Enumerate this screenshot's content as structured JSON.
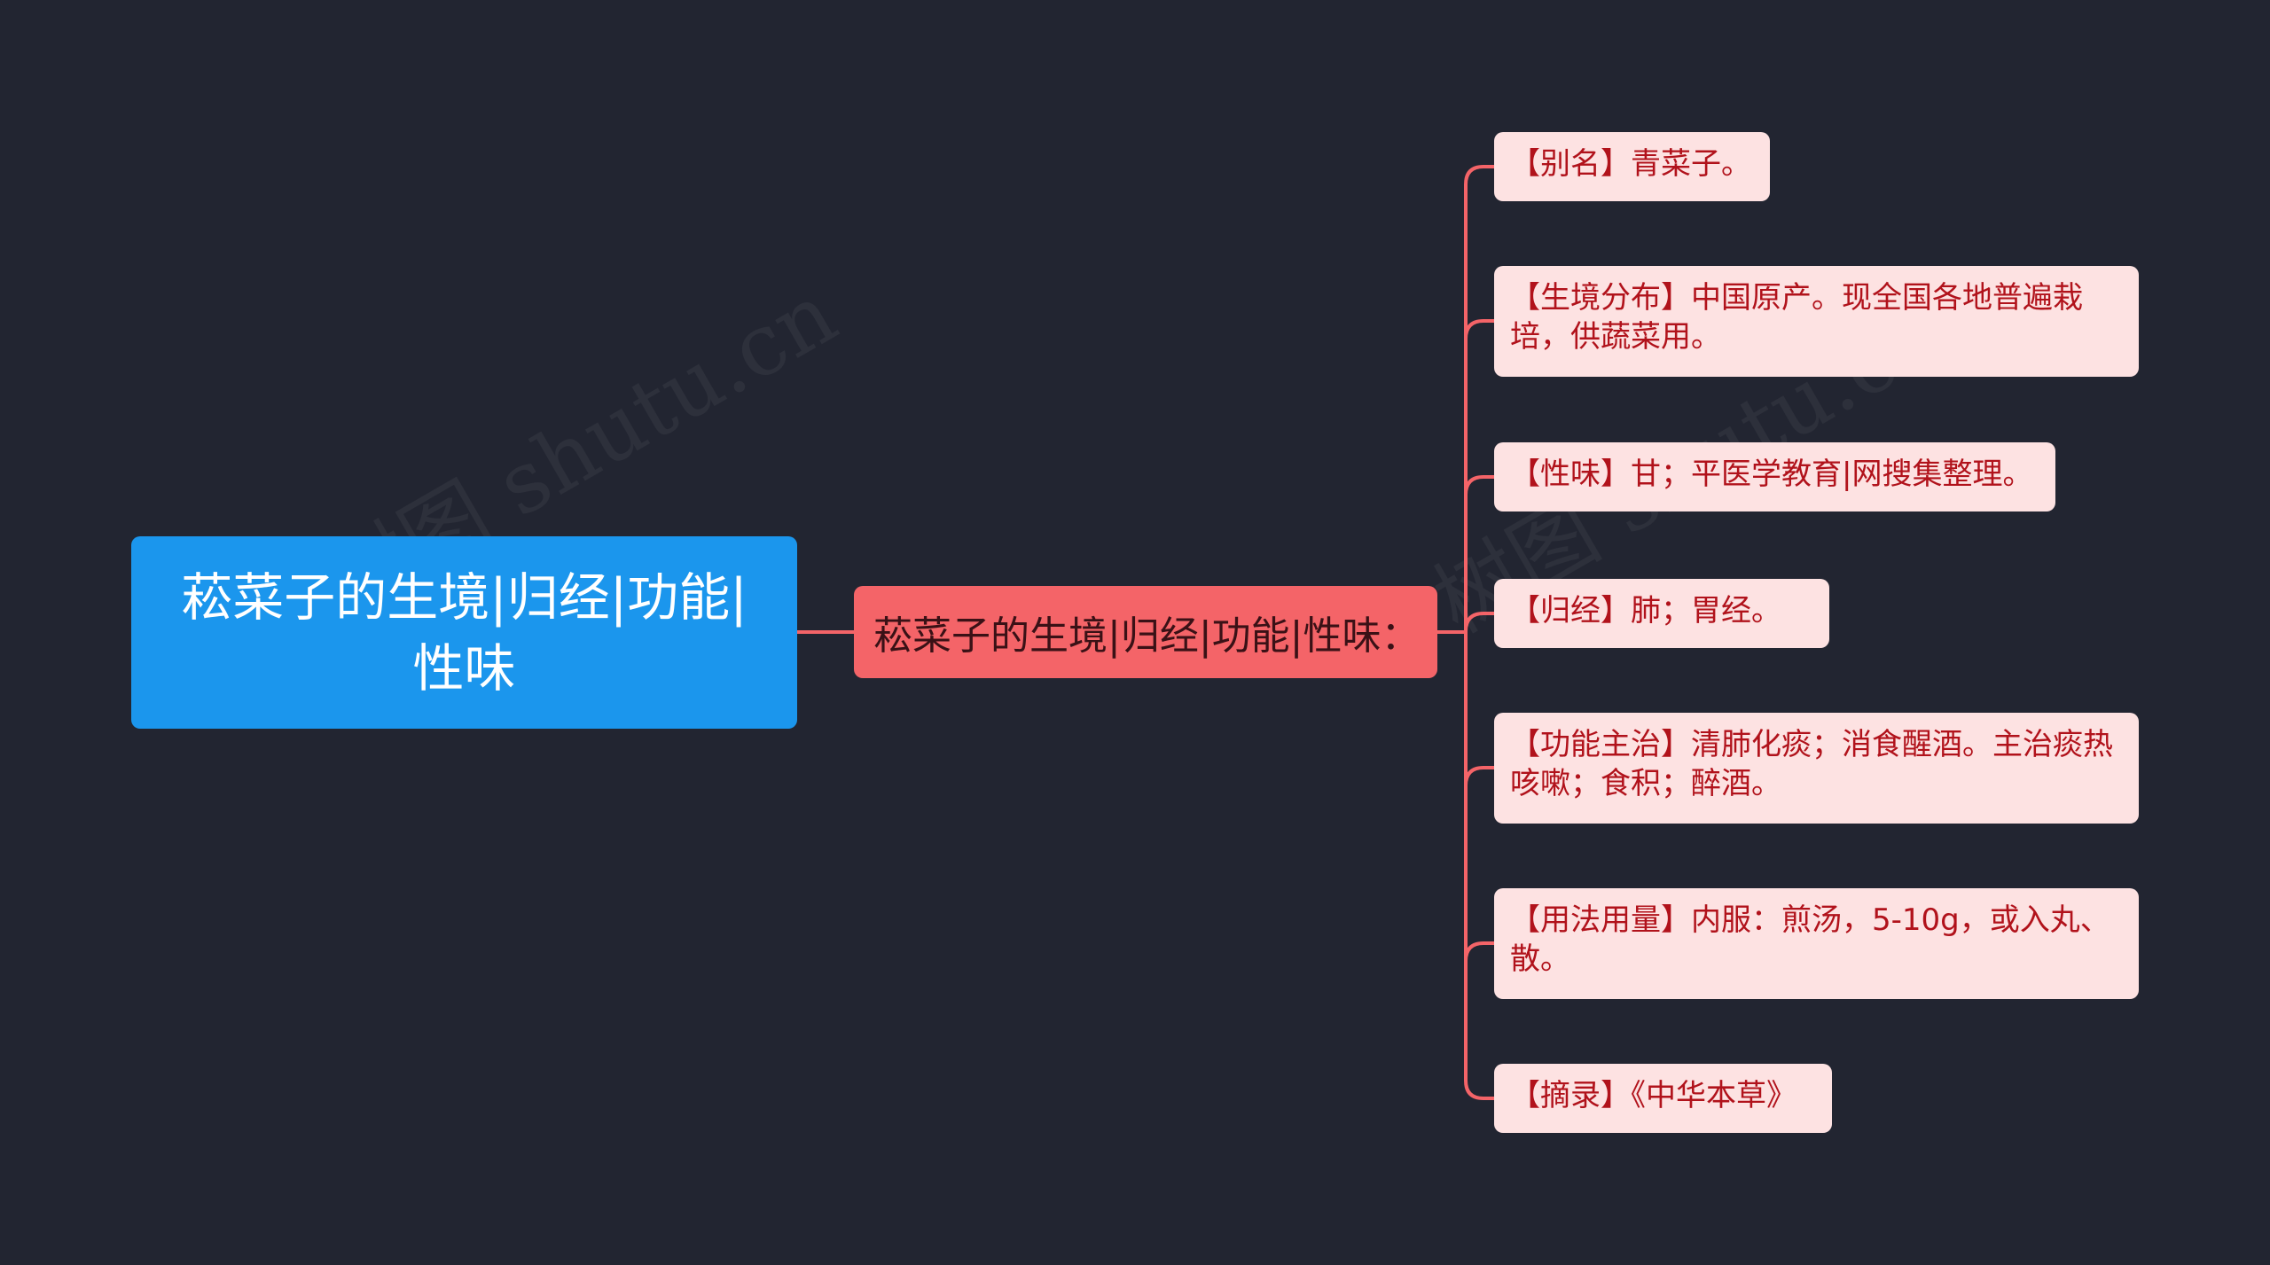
{
  "root": {
    "line1": "菘菜子的生境|归经|功能|",
    "line2": "性味"
  },
  "branch": {
    "label": "菘菜子的生境|归经|功能|性味："
  },
  "leaves": [
    {
      "text": "【别名】青菜子。"
    },
    {
      "text": "【生境分布】中国原产。现全国各地普遍栽培，供蔬菜用。"
    },
    {
      "text": "【性味】甘；平医学教育|网搜集整理。"
    },
    {
      "text": "【归经】肺；胃经。"
    },
    {
      "text": "【功能主治】清肺化痰；消食醒酒。主治痰热咳嗽；食积；醉酒。"
    },
    {
      "text": "【用法用量】内服：煎汤，5-10g，或入丸、散。"
    },
    {
      "text": "【摘录】《中华本草》"
    }
  ],
  "watermark": {
    "text": "树图 shutu.cn"
  },
  "colors": {
    "background": "#222531",
    "root": "#1b96ed",
    "branch": "#f46468",
    "leaf": "#fde2e2",
    "leaf_text": "#b1121b",
    "connector": "#f46468"
  }
}
